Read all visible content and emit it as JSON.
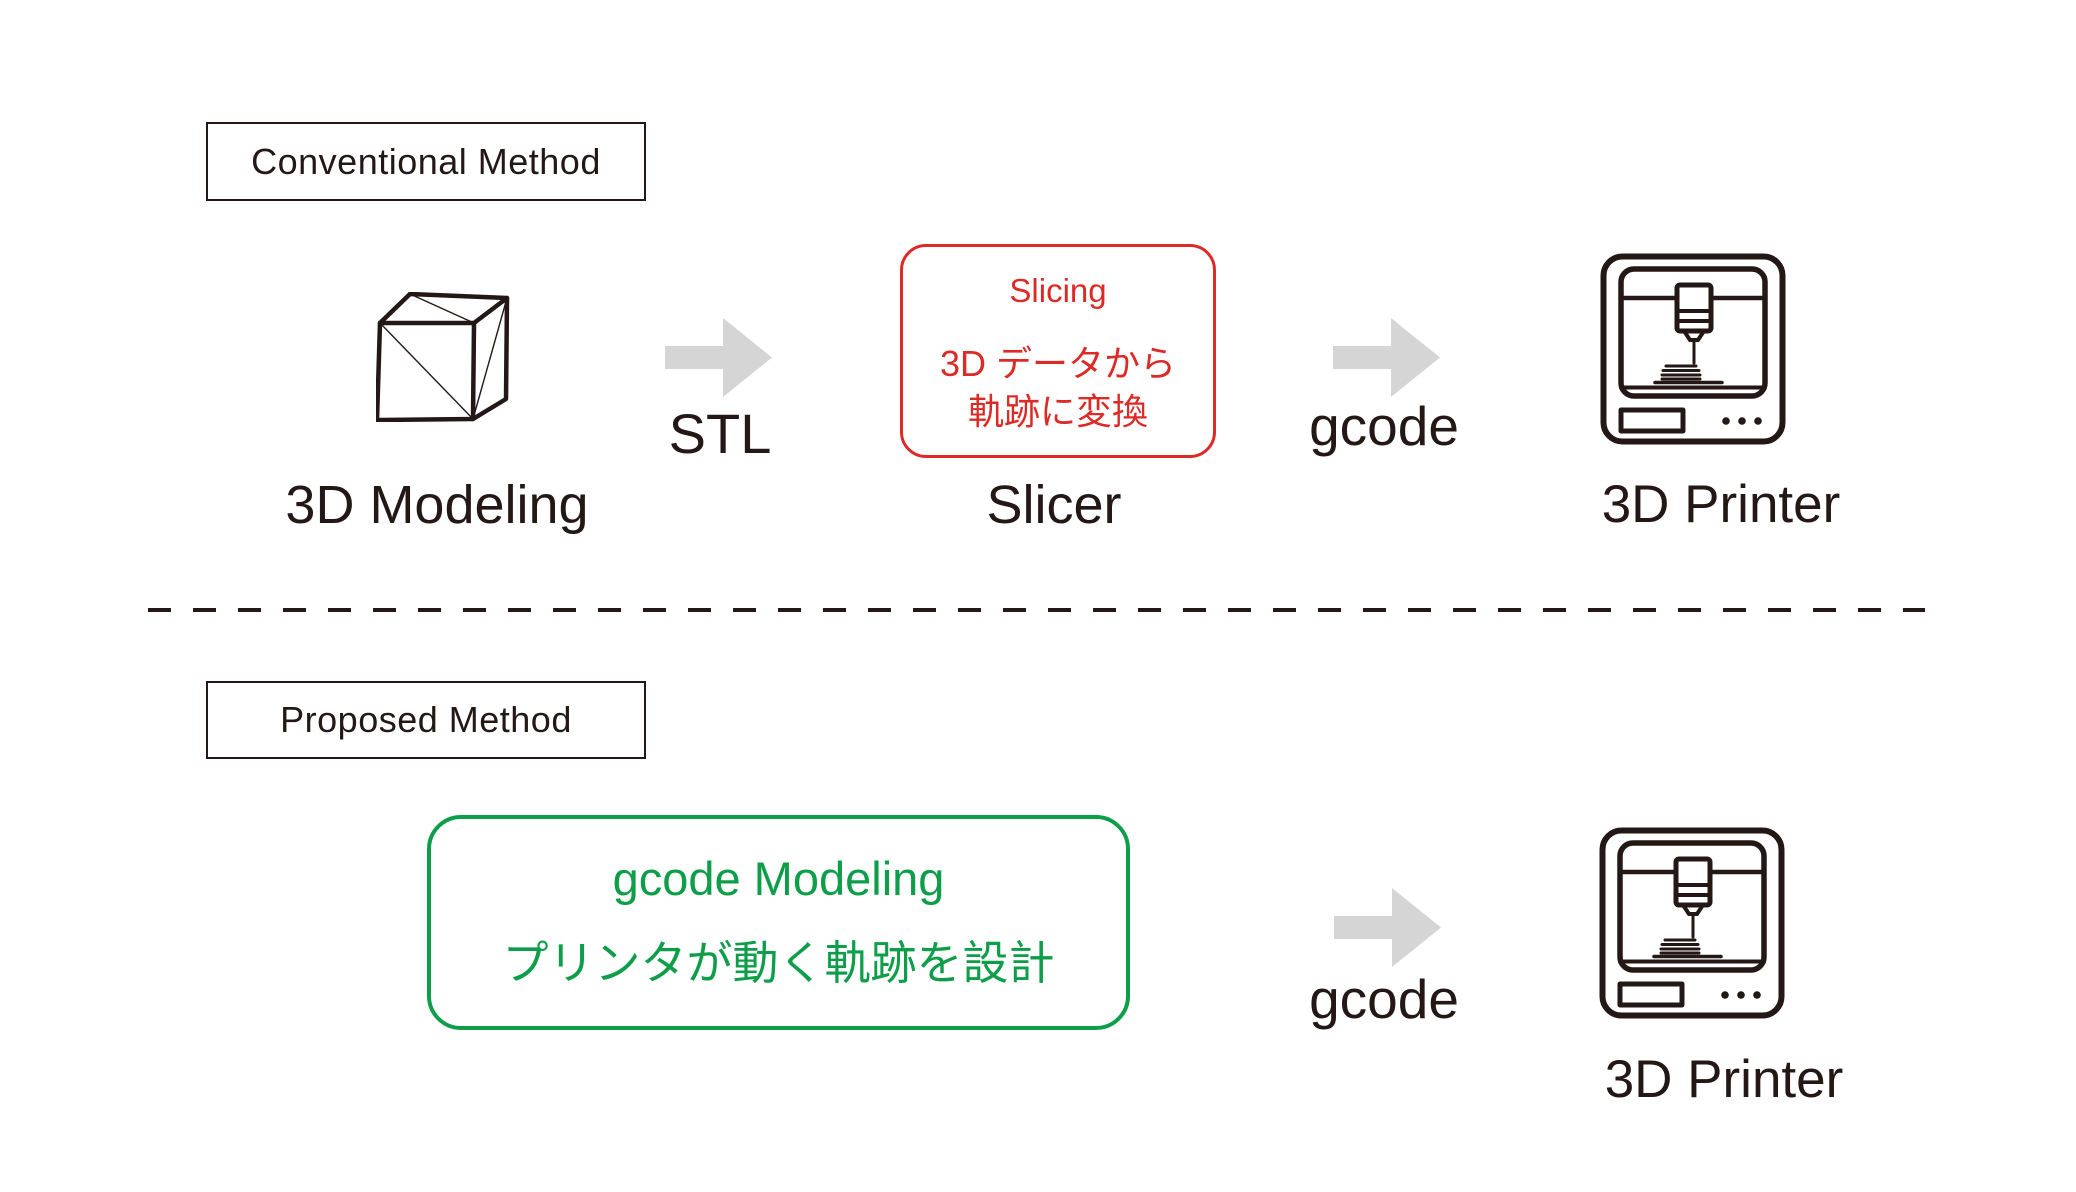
{
  "colors": {
    "ink": "#231815",
    "red": "#DC2B26",
    "green": "#0E9E49",
    "arrow": "#D5D5D6",
    "background": "#FFFFFF"
  },
  "conventional": {
    "method_label": "Conventional Method",
    "modeling_label": "3D Modeling",
    "stl_label": "STL",
    "slicer_box": {
      "title": "Slicing",
      "desc_line1": "3D データから",
      "desc_line2": "軌跡に変換"
    },
    "slicer_label": "Slicer",
    "gcode_label": "gcode",
    "printer_label": "3D Printer"
  },
  "proposed": {
    "method_label": "Proposed Method",
    "gcode_box": {
      "title": "gcode Modeling",
      "desc": "プリンタが動く軌跡を設計"
    },
    "gcode_label": "gcode",
    "printer_label": "3D Printer"
  }
}
